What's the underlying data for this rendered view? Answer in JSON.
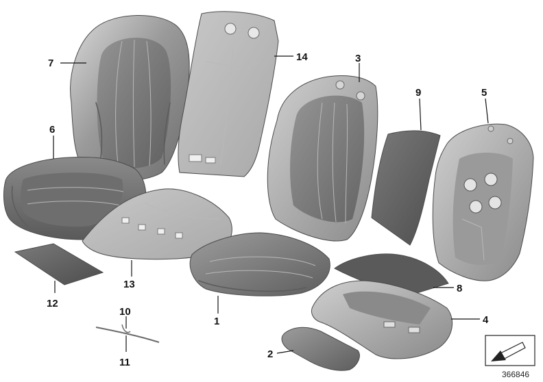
{
  "diagram": {
    "part_numbers": {
      "p1": "1",
      "p2": "2",
      "p3": "3",
      "p4": "4",
      "p5": "5",
      "p6": "6",
      "p7": "7",
      "p8": "8",
      "p9": "9",
      "p10": "10",
      "p11": "11",
      "p12": "12",
      "p13": "13",
      "p14": "14"
    },
    "reference_code": "366846",
    "colors": {
      "leather_dark": "#7e7e7e",
      "leather_mid": "#a6a6a6",
      "leather_light": "#d4d4d4",
      "foam": "#8f8f8f",
      "felt": "#606060",
      "outline": "#4a4a4a",
      "label": "#111111"
    }
  }
}
